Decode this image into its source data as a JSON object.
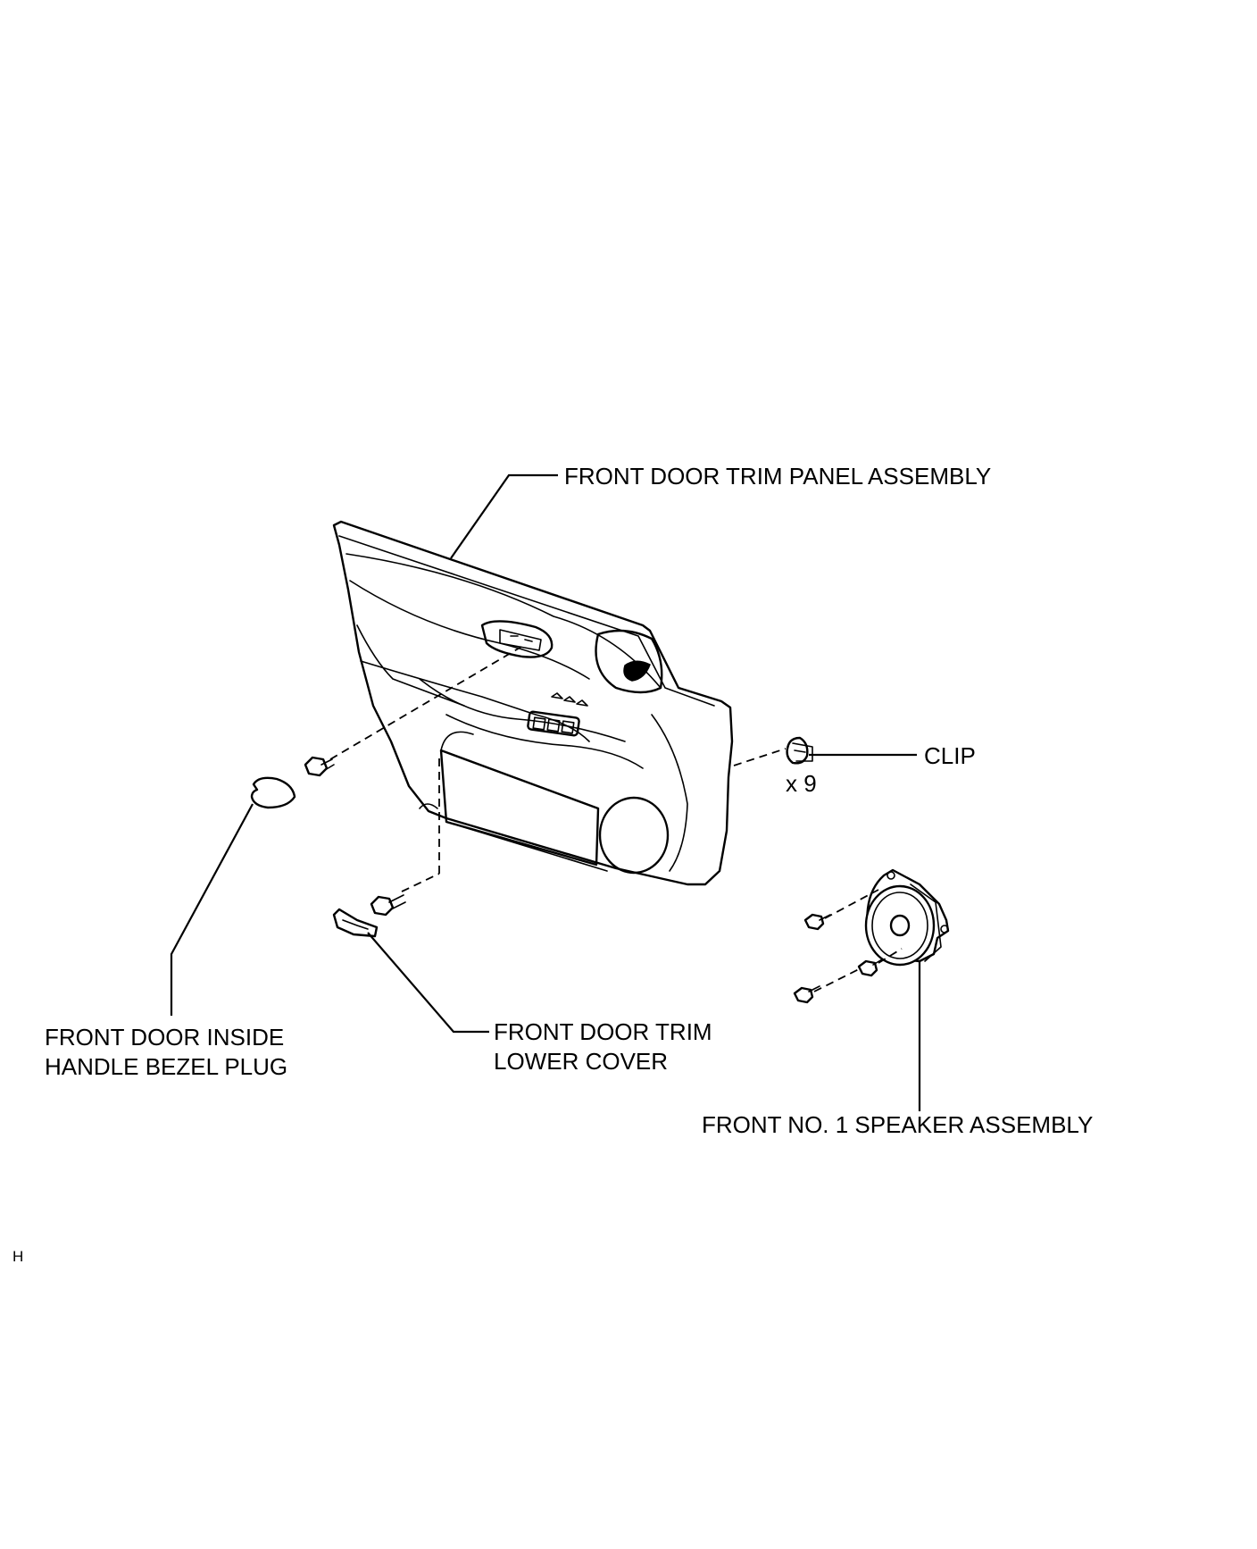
{
  "labels": {
    "trim_panel": "FRONT DOOR TRIM PANEL ASSEMBLY",
    "clip": "CLIP",
    "clip_qty": "x 9",
    "bezel_plug_line1": "FRONT DOOR INSIDE",
    "bezel_plug_line2": "HANDLE BEZEL PLUG",
    "lower_cover_line1": "FRONT DOOR TRIM",
    "lower_cover_line2": "LOWER COVER",
    "speaker": "FRONT NO. 1 SPEAKER ASSEMBLY",
    "corner_code": "H"
  }
}
